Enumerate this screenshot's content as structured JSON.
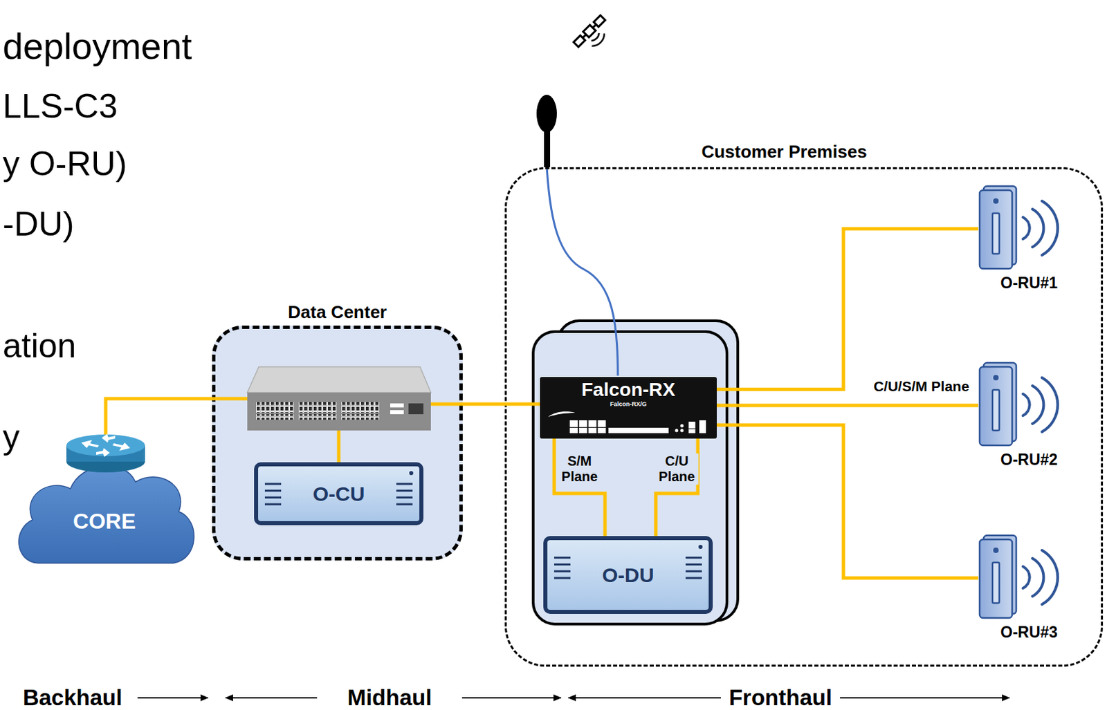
{
  "diagram": {
    "nodes": [
      {
        "text": [
          "Customer Premises"
        ]
      },
      {
        "text": [
          "Data Center"
        ]
      },
      {
        "text": [
          "CORE"
        ]
      },
      {
        "text": [
          "O-CU"
        ],
        "in": 1
      },
      {
        "text": [
          "Falcon-RX",
          "Falcon-RX/G"
        ],
        "in": 0
      },
      {
        "text": [
          "O-DU"
        ],
        "in": 0
      },
      {
        "text": [
          "O-RU#1"
        ],
        "in": 0
      },
      {
        "text": [
          "O-RU#2"
        ],
        "in": 0
      },
      {
        "text": [
          "O-RU#3"
        ],
        "in": 0
      }
    ],
    "edges": [
      {
        "from": 4,
        "to": 6,
        "arrow": "none"
      },
      {
        "from": 4,
        "to": 7,
        "label": "C/U/S/M Plane",
        "arrow": "none"
      },
      {
        "from": 4,
        "to": 8,
        "arrow": "none"
      },
      {
        "from": 4,
        "to": 5,
        "label": "S/M Plane",
        "arrow": "none"
      },
      {
        "from": 4,
        "to": 5,
        "label": "C/U Plane",
        "arrow": "none"
      }
    ],
    "labels": [
      "deployment",
      "LLS-C3",
      "y O-RU)",
      "-DU)",
      "ation",
      "y",
      "Backhaul",
      "Midhaul",
      "Fronthaul"
    ]
  }
}
